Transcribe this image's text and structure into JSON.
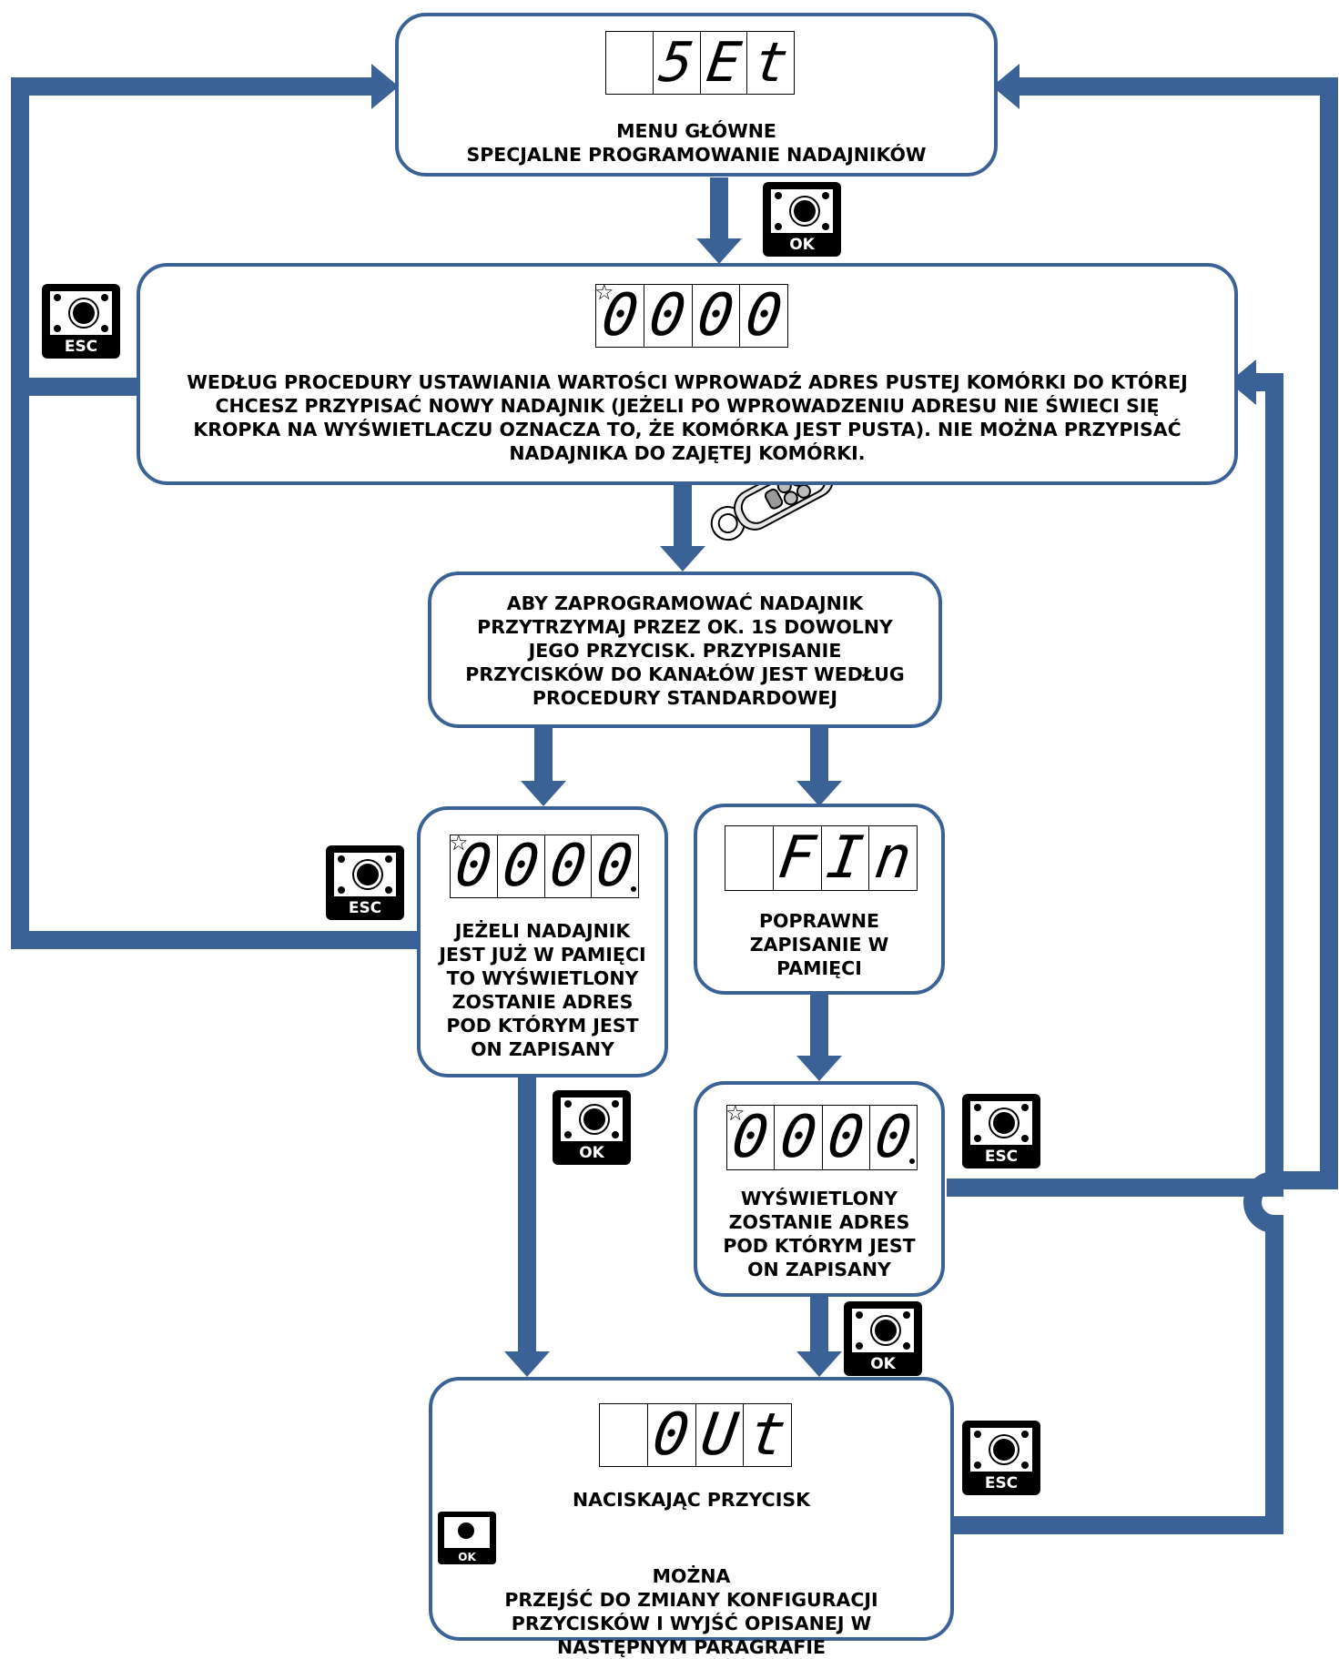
{
  "colors": {
    "line": "#3a6296",
    "box_border": "#3a6296",
    "text": "#000000"
  },
  "nodes": {
    "menu": {
      "display": [
        "",
        "5",
        "E",
        "t"
      ],
      "lines": [
        "MENU GŁÓWNE",
        "SPECJALNE PROGRAMOWANIE NADAJNIKÓW"
      ]
    },
    "address": {
      "display": [
        "0",
        "0",
        "0",
        "0"
      ],
      "lines": [
        "WEDŁUG PROCEDURY USTAWIANIA WARTOŚCI WPROWADŹ ADRES PUSTEJ KOMÓRKI DO KTÓREJ",
        "CHCESZ PRZYPISAĆ NOWY NADAJNIK (JEŻELI PO WPROWADZENIU ADRESU NIE ŚWIECI SIĘ",
        "KROPKA NA WYŚWIETLACZU OZNACZA TO, ŻE KOMÓRKA JEST PUSTA). NIE MOŻNA PRZYPISAĆ",
        "NADAJNIKA DO ZAJĘTEJ KOMÓRKI."
      ]
    },
    "program": {
      "lines": [
        "ABY ZAPROGRAMOWAĆ NADAJNIK",
        "PRZYTRZYMAJ PRZEZ OK. 1S DOWOLNY",
        "JEGO PRZYCISK. PRZYPISANIE",
        "PRZYCISKÓW DO KANAŁÓW JEST WEDŁUG",
        "PROCEDURY STANDARDOWEJ"
      ]
    },
    "already": {
      "display": [
        "0",
        "0",
        "0",
        "0"
      ],
      "lines": [
        "JEŻELI NADAJNIK",
        "JEST JUŻ W PAMIĘCI",
        "TO WYŚWIETLONY",
        "ZOSTANIE ADRES",
        "POD KTÓRYM JEST",
        "ON ZAPISANY"
      ]
    },
    "fin": {
      "display": [
        "",
        "F",
        "I",
        "n"
      ],
      "lines": [
        "POPRAWNE",
        "ZAPISANIE W",
        "PAMIĘCI"
      ]
    },
    "saved": {
      "display": [
        "0",
        "0",
        "0",
        "0"
      ],
      "lines": [
        "WYŚWIETLONY",
        "ZOSTANIE ADRES",
        "POD KTÓRYM JEST",
        "ON ZAPISANY"
      ]
    },
    "out": {
      "display": [
        "",
        "0",
        "U",
        "t"
      ],
      "line1_before": "NACISKAJĄC PRZYCISK",
      "line1_after": "MOŻNA",
      "lines": [
        "PRZEJŚĆ DO ZMIANY KONFIGURACJI",
        "PRZYCISKÓW I WYJŚĆ OPISANEJ W",
        "NASTĘPNYM PARAGRAFIE"
      ]
    }
  },
  "buttons": {
    "ok_label": "OK",
    "esc_label": "ESC",
    "inline_label": "OK"
  },
  "symbols": {
    "star": "☆"
  }
}
